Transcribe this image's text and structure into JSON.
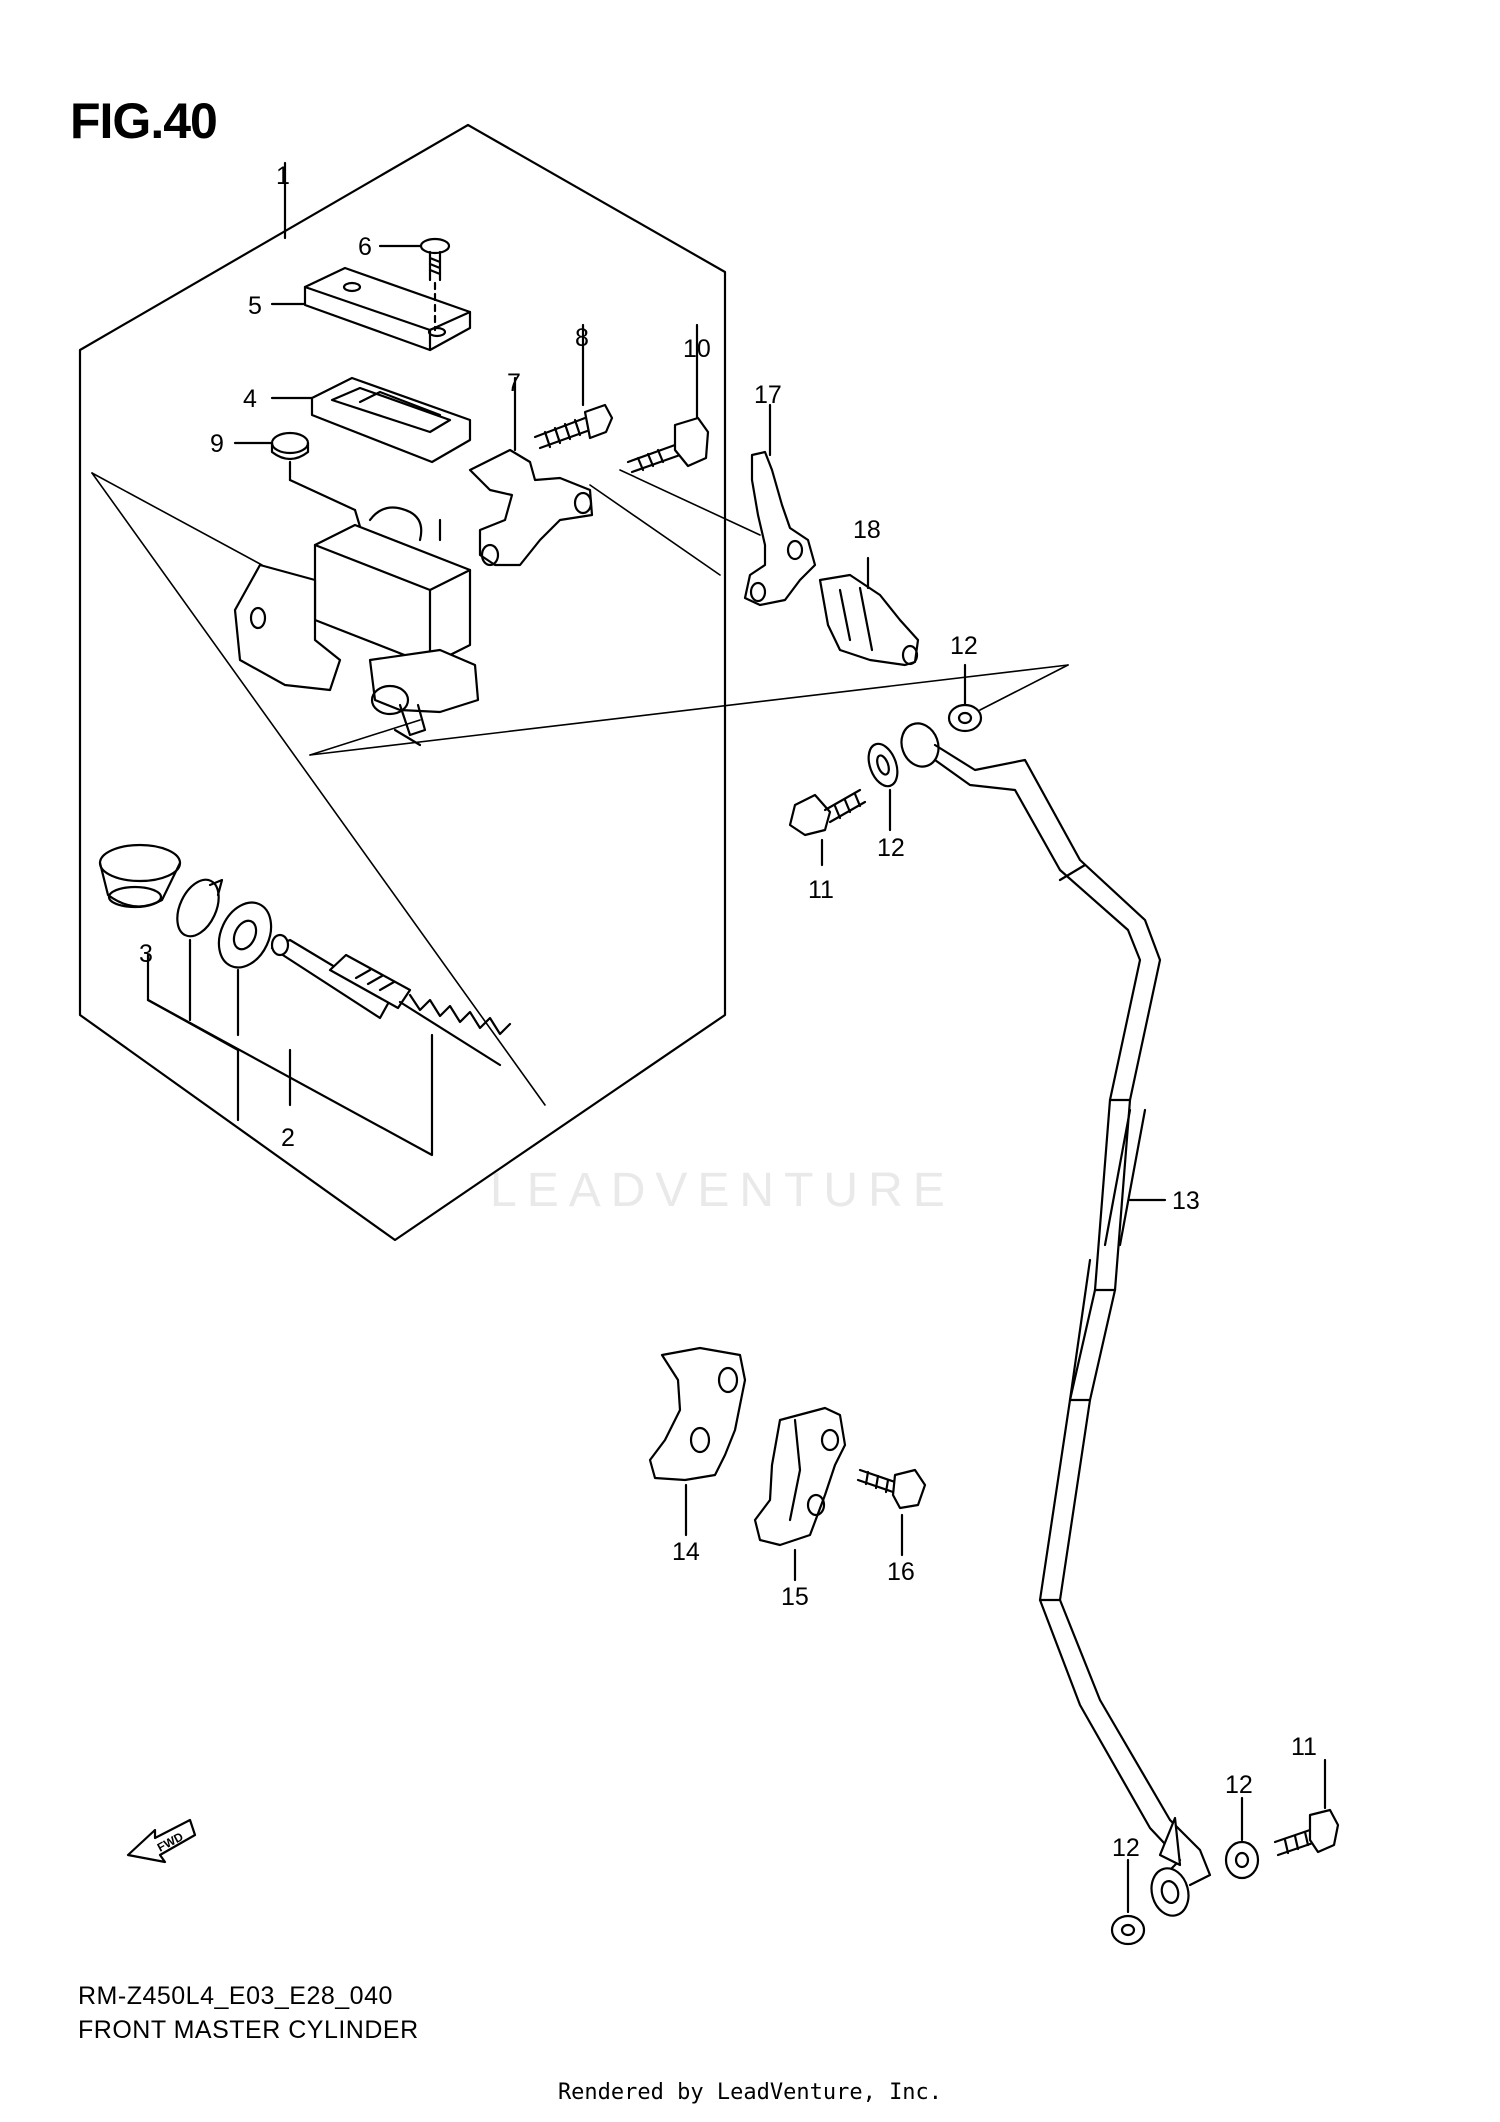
{
  "figure": {
    "title": "FIG.40",
    "model_code": "RM-Z450L4_E03_E28_040",
    "name": "FRONT MASTER CYLINDER",
    "credit": "Rendered by LeadVenture, Inc.",
    "watermark": "LEADVENTURE",
    "fwd_label": "FWD"
  },
  "callouts": [
    {
      "id": "c1",
      "label": "1"
    },
    {
      "id": "c2",
      "label": "2"
    },
    {
      "id": "c3",
      "label": "3"
    },
    {
      "id": "c4",
      "label": "4"
    },
    {
      "id": "c5",
      "label": "5"
    },
    {
      "id": "c6",
      "label": "6"
    },
    {
      "id": "c7",
      "label": "7"
    },
    {
      "id": "c8",
      "label": "8"
    },
    {
      "id": "c9",
      "label": "9"
    },
    {
      "id": "c10",
      "label": "10"
    },
    {
      "id": "c11a",
      "label": "11"
    },
    {
      "id": "c11b",
      "label": "11"
    },
    {
      "id": "c12a",
      "label": "12"
    },
    {
      "id": "c12b",
      "label": "12"
    },
    {
      "id": "c12c",
      "label": "12"
    },
    {
      "id": "c12d",
      "label": "12"
    },
    {
      "id": "c13",
      "label": "13"
    },
    {
      "id": "c14",
      "label": "14"
    },
    {
      "id": "c15",
      "label": "15"
    },
    {
      "id": "c16",
      "label": "16"
    },
    {
      "id": "c17",
      "label": "17"
    },
    {
      "id": "c18",
      "label": "18"
    }
  ]
}
